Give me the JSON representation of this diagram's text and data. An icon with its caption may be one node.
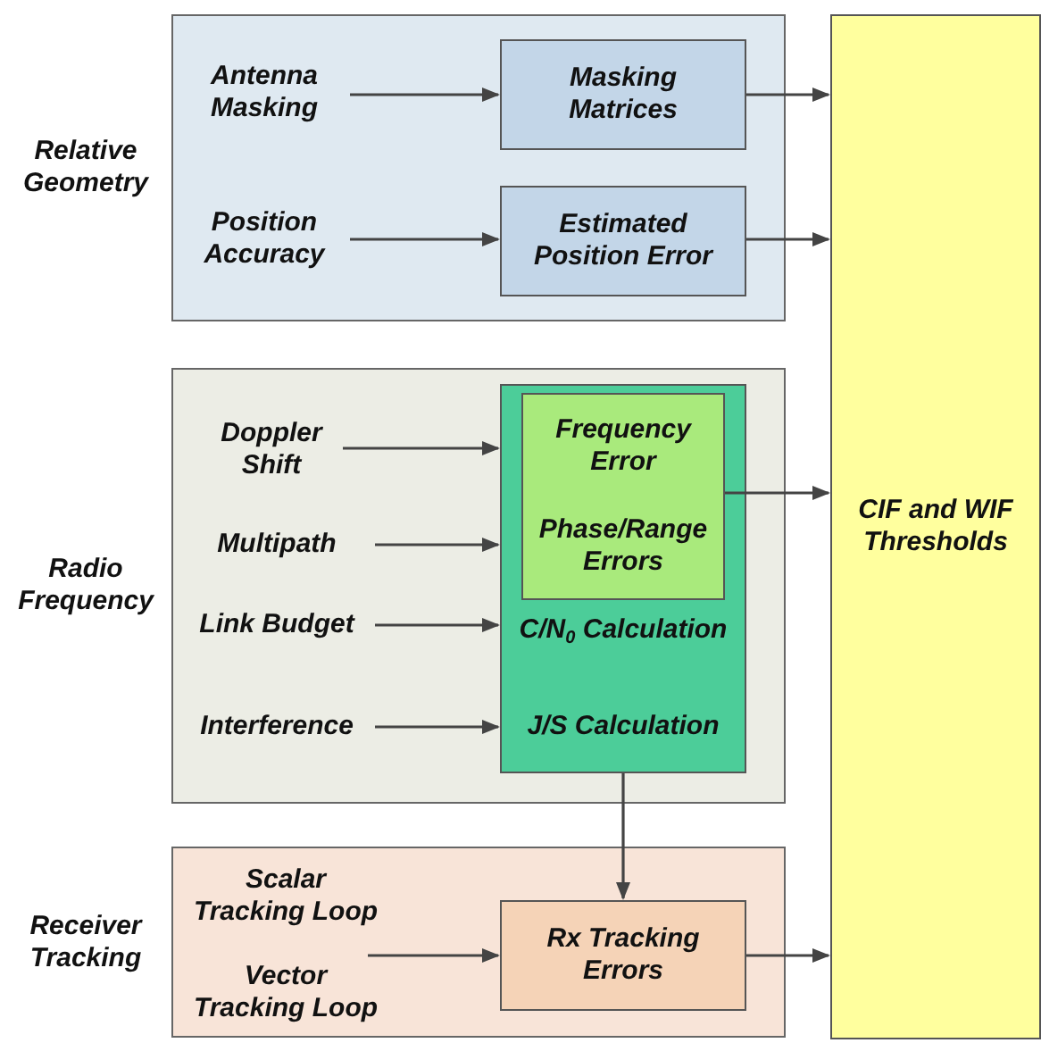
{
  "diagram": {
    "nodes": [
      {
        "text": [
          "Relative Geometry"
        ]
      },
      {
        "text": [
          "Antenna Masking"
        ],
        "in": 0
      },
      {
        "text": [
          "Masking Matrices"
        ],
        "in": 0
      },
      {
        "text": [
          "Position Accuracy"
        ],
        "in": 0
      },
      {
        "text": [
          "Estimated Position Error"
        ],
        "in": 0
      },
      {
        "text": [
          "Radio Frequency"
        ]
      },
      {
        "text": [
          "Doppler Shift"
        ],
        "in": 5
      },
      {
        "text": [
          "Multipath"
        ],
        "in": 5
      },
      {
        "text": [
          "Link Budget"
        ],
        "in": 5
      },
      {
        "text": [
          "Interference"
        ],
        "in": 5
      },
      {
        "text": [
          "C/N$_{0}$ Calculation",
          "J/S Calculation"
        ],
        "in": 5
      },
      {
        "text": [
          "Frequency Error",
          "Phase/Range Errors"
        ],
        "in": 10
      },
      {
        "text": [
          "Receiver Tracking"
        ]
      },
      {
        "text": [
          "Scalar Tracking Loop"
        ],
        "in": 12
      },
      {
        "text": [
          "Vector Tracking Loop"
        ],
        "in": 12
      },
      {
        "text": [
          "Rx Tracking Errors"
        ],
        "in": 12
      },
      {
        "text": [
          "CIF and WIF Thresholds"
        ]
      }
    ],
    "edges": [
      {
        "from": 1,
        "to": 2,
        "arrow": "to"
      },
      {
        "from": 3,
        "to": 4,
        "arrow": "to"
      },
      {
        "from": 2,
        "to": 16,
        "arrow": "to"
      },
      {
        "from": 4,
        "to": 16,
        "arrow": "to"
      },
      {
        "from": 6,
        "to": 10,
        "arrow": "to"
      },
      {
        "from": 7,
        "to": 10,
        "arrow": "to"
      },
      {
        "from": 8,
        "to": 10,
        "arrow": "to"
      },
      {
        "from": 9,
        "to": 10,
        "arrow": "to"
      },
      {
        "from": 11,
        "to": 16,
        "arrow": "to"
      },
      {
        "from": 10,
        "to": 15,
        "arrow": "to"
      },
      {
        "from": 13,
        "to": 15,
        "arrow": "to"
      },
      {
        "from": 14,
        "to": 15,
        "arrow": "to"
      },
      {
        "from": 15,
        "to": 16,
        "arrow": "to"
      }
    ]
  }
}
